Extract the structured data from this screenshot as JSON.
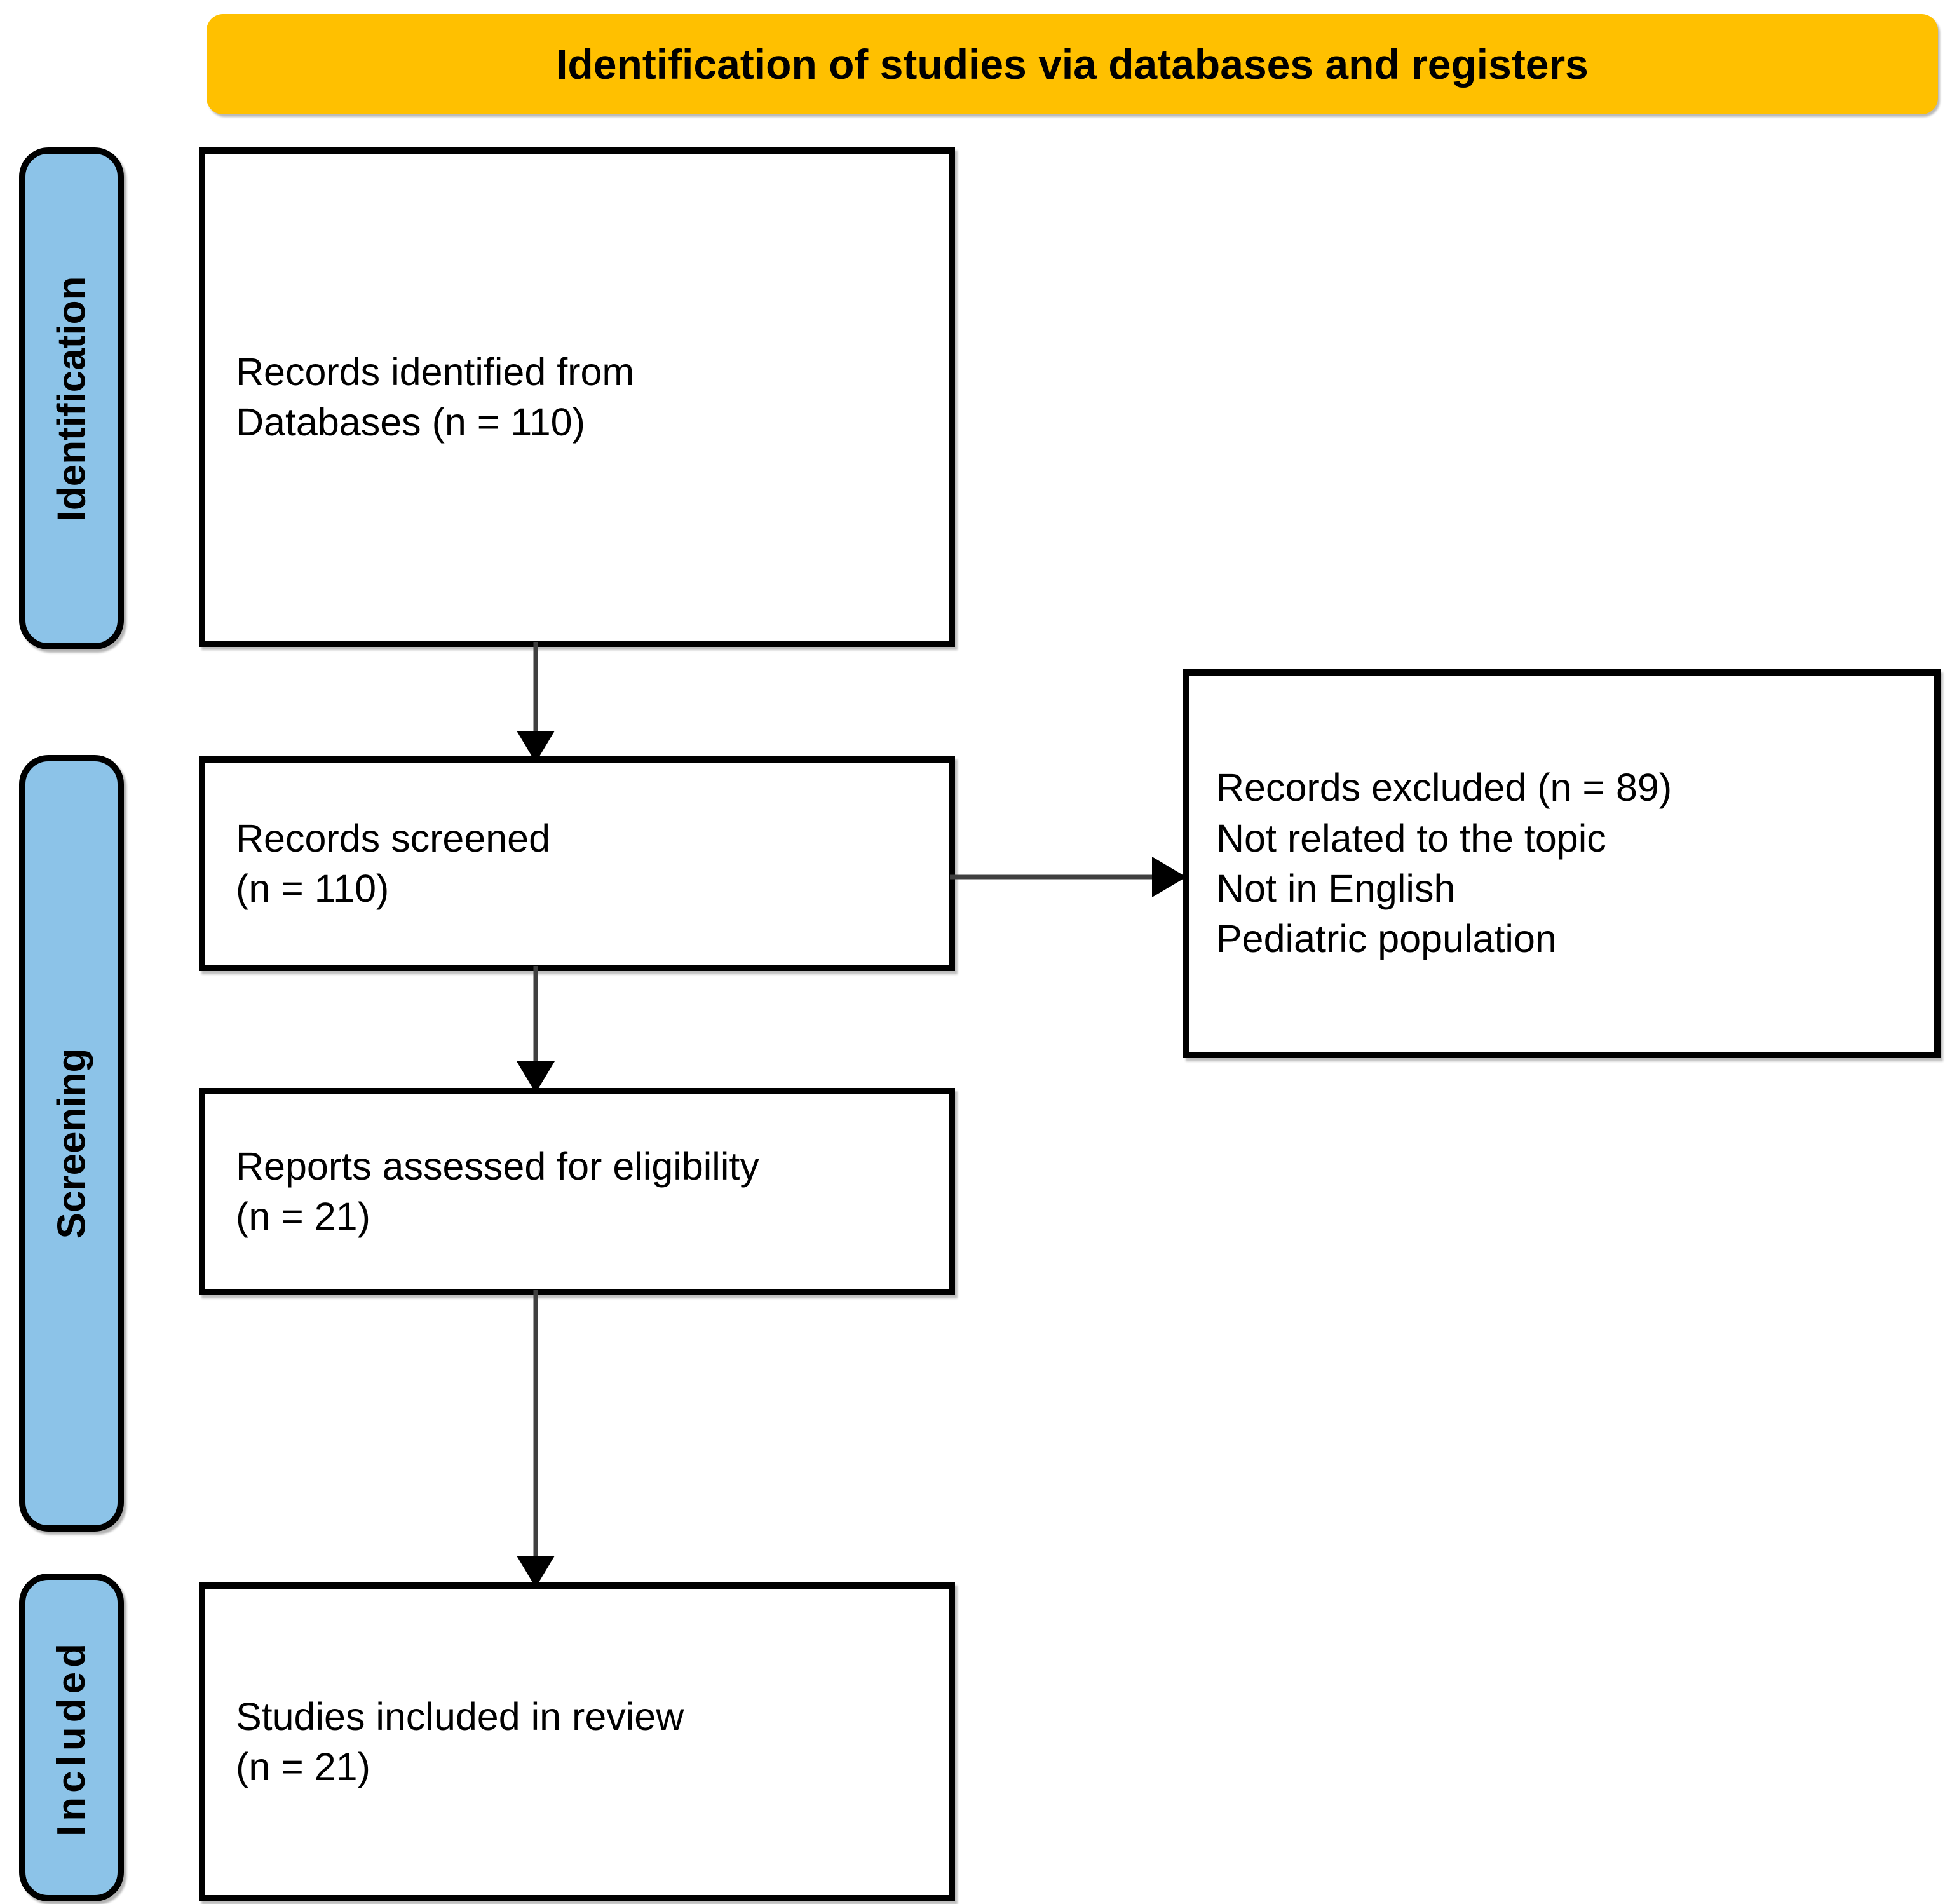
{
  "header": {
    "title": "Identification of studies via databases and registers",
    "color": "#ffc000"
  },
  "palette": {
    "band_fill": "#8cc3e8",
    "box_border": "#000000",
    "box_fill": "#ffffff",
    "connector": "#3f3f3f",
    "text": "#000000"
  },
  "stages": [
    {
      "id": "identification",
      "label": "Identification"
    },
    {
      "id": "screening",
      "label": "Screening"
    },
    {
      "id": "included",
      "label": "Included"
    }
  ],
  "boxes": {
    "identified": {
      "text": "Records identified from\nDatabases (n = 110)",
      "n": 110
    },
    "screened": {
      "text": "Records screened\n(n = 110)",
      "n": 110
    },
    "excluded": {
      "text": "Records excluded (n = 89)\nNot related to the topic\nNot in English\nPediatric population",
      "n": 89,
      "reasons": [
        "Not related to the topic",
        "Not in English",
        "Pediatric population"
      ]
    },
    "eligibility": {
      "text": "Reports assessed for eligibility\n(n = 21)",
      "n": 21
    },
    "included": {
      "text": "Studies included in review\n(n = 21)",
      "n": 21
    }
  },
  "chart_data": {
    "type": "diagram",
    "title": "Identification of studies via databases and registers",
    "nodes": [
      {
        "id": "identified",
        "stage": "Identification",
        "label": "Records identified from Databases (n = 110)",
        "value": 110
      },
      {
        "id": "screened",
        "stage": "Screening",
        "label": "Records screened (n = 110)",
        "value": 110
      },
      {
        "id": "excluded",
        "stage": "Screening",
        "label": "Records excluded (n = 89)",
        "value": 89
      },
      {
        "id": "eligibility",
        "stage": "Screening",
        "label": "Reports assessed for eligibility (n = 21)",
        "value": 21
      },
      {
        "id": "included",
        "stage": "Included",
        "label": "Studies included in review (n = 21)",
        "value": 21
      }
    ],
    "edges": [
      {
        "from": "identified",
        "to": "screened",
        "direction": "down"
      },
      {
        "from": "screened",
        "to": "excluded",
        "direction": "right"
      },
      {
        "from": "screened",
        "to": "eligibility",
        "direction": "down"
      },
      {
        "from": "eligibility",
        "to": "included",
        "direction": "down"
      }
    ]
  }
}
